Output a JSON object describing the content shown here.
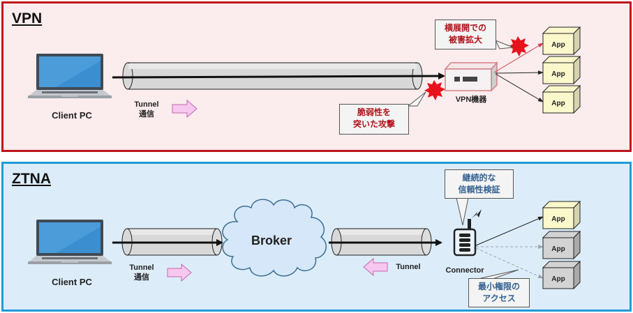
{
  "vpn": {
    "title": "VPN",
    "client_label": "Client PC",
    "tunnel_label_1": "Tunnel",
    "tunnel_label_2": "通信",
    "device_label": "VPN機器",
    "callout_lateral_1": "横展開での",
    "callout_lateral_2": "被害拡大",
    "callout_attack_1": "脆弱性を",
    "callout_attack_2": "突いた攻撃",
    "apps": [
      "App",
      "App",
      "App"
    ]
  },
  "ztna": {
    "title": "ZTNA",
    "client_label": "Client PC",
    "tunnel_label_1": "Tunnel",
    "tunnel_label_2": "通信",
    "broker_label": "Broker",
    "tunnel_return_label": "Tunnel",
    "connector_label": "Connector",
    "callout_verify_1": "継続的な",
    "callout_verify_2": "信頼性検証",
    "callout_least_1": "最小権限の",
    "callout_least_2": "アクセス",
    "apps": [
      "App",
      "App",
      "App"
    ]
  },
  "colors": {
    "vpn_border": "#c0141c",
    "vpn_bg": "#fbeced",
    "ztna_border": "#1f9bd7",
    "ztna_bg": "#dcedf9",
    "attack_burst": "#e8121c",
    "app_allowed": "#fbf8cc",
    "app_denied": "#d3d3d3"
  }
}
